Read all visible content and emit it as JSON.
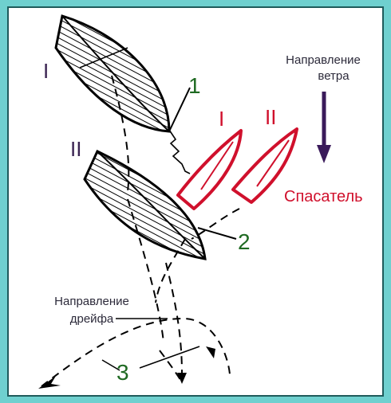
{
  "labels": {
    "vessel_upper": "I",
    "vessel_lower": "II",
    "rescuer_pos1": "I",
    "rescuer_pos2": "II",
    "num_1": "1",
    "num_2": "2",
    "num_3": "3",
    "wind_line1": "Направление",
    "wind_line2": "ветра",
    "drift_line1": "Направление",
    "drift_line2": "дрейфа",
    "rescuer": "Спасатель"
  },
  "colors": {
    "frame": "#6fd0cf",
    "ink": "#000000",
    "rescuer": "#d0102c",
    "number": "#1f6a22",
    "roman": "#3a2452",
    "arrow": "#3a1a5a"
  }
}
